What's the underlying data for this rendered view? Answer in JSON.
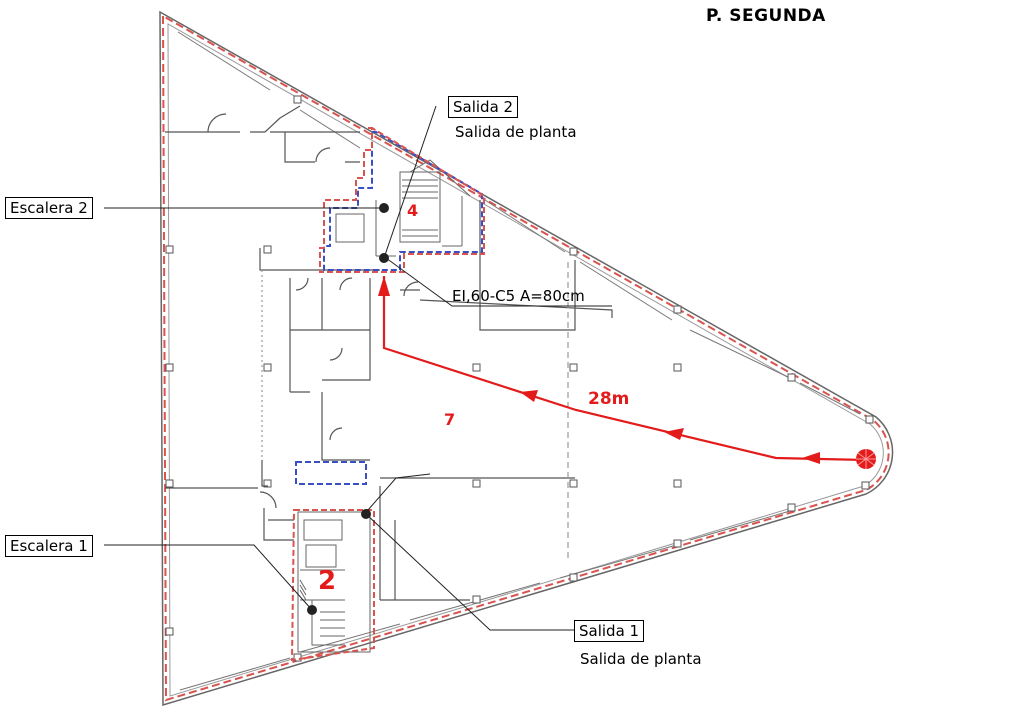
{
  "title": "P. SEGUNDA",
  "stairs": [
    {
      "label": "Escalera 2"
    },
    {
      "label": "Escalera 1"
    }
  ],
  "exits": [
    {
      "label": "Salida 2",
      "description": "Salida de planta"
    },
    {
      "label": "Salida 1",
      "description": "Salida de planta"
    }
  ],
  "door_spec": "EI,60-C5 A=80cm",
  "zones": {
    "stair2": "4",
    "stair1": "2",
    "floor": "7"
  },
  "evacuation_route": {
    "length": "28m"
  },
  "colors": {
    "boundary": "#d9534f",
    "sector": "#3b4fc4",
    "route": "#e31b1b",
    "wall": "#555555"
  }
}
